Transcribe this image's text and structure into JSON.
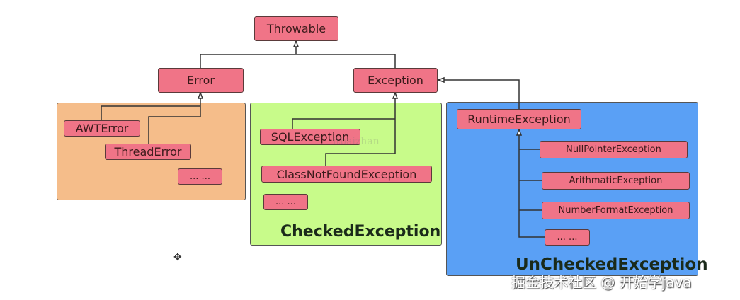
{
  "nodes": {
    "throwable": "Throwable",
    "error": "Error",
    "exception": "Exception",
    "awt_error": "AWTError",
    "thread_error": "ThreadError",
    "error_more": "... ...",
    "sql_exception": "SQLException",
    "class_not_found": "ClassNotFoundException",
    "checked_more": "... ...",
    "runtime_exception": "RuntimeException",
    "null_pointer": "NullPointerException",
    "arithmatic": "ArithmaticException",
    "number_format": "NumberFormatException",
    "runtime_more": "... ..."
  },
  "groups": {
    "checked": "CheckedException",
    "unchecked": "UnCheckedException"
  },
  "colors": {
    "node": "#f07487",
    "error_group": "#f5bd8a",
    "checked_group": "#c8fb8a",
    "unchecked_group": "#5aa0f5"
  },
  "watermark": "itbaizhan",
  "credit": "掘金技术社区 @ 开始学java"
}
